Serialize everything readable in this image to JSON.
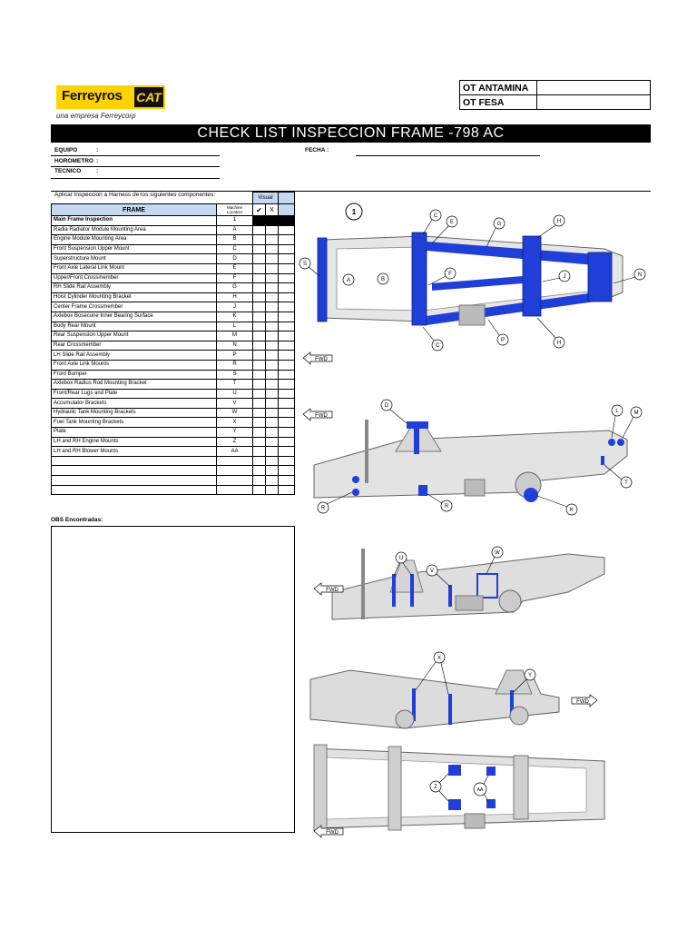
{
  "header": {
    "brand_name": "Ferreyros",
    "brand_mark": "CAT",
    "tagline": "una empresa Ferreycorp",
    "ot_rows": [
      {
        "label": "OT ANTAMINA",
        "value": ""
      },
      {
        "label": "OT FESA",
        "value": ""
      }
    ],
    "title": "CHECK LIST INSPECCION FRAME -798 AC"
  },
  "info": {
    "equipo_label": "EQUIPO",
    "horometro_label": "HOROMETRO",
    "tecnico_label": "TECNICO",
    "colon": ":",
    "fecha_label": "FECHA :"
  },
  "checklist": {
    "instruction": "Aplicar Inspeccion a Harness de los siguientes componentes:",
    "visual_label": "Visual",
    "frame_label": "FRAME",
    "location_label": "Machine Location",
    "check_mark": "✔",
    "x_mark": "X",
    "rows": [
      {
        "name": "Main Frame Inspection",
        "loc": "1"
      },
      {
        "name": "Radia Radiator Module Mounting Area",
        "loc": "A"
      },
      {
        "name": "Engine Module Mounting Area",
        "loc": "B"
      },
      {
        "name": "Front Suspension Upper Mount",
        "loc": "C"
      },
      {
        "name": "Superstructure Mount",
        "loc": "D"
      },
      {
        "name": "Front Axle Lateral Link Mount",
        "loc": "E"
      },
      {
        "name": "Upper/Front Crossmember",
        "loc": "F"
      },
      {
        "name": " RH Slide Rail Assembly",
        "loc": "G"
      },
      {
        "name": "Hoist Cylinder Mounting Bracket",
        "loc": "H"
      },
      {
        "name": "Center Frame Crossmember",
        "loc": "J"
      },
      {
        "name": "Axlebox Bosecone Inner Bearing Surface",
        "loc": "K"
      },
      {
        "name": "Body Rear Mount",
        "loc": "L"
      },
      {
        "name": "Rear Suspension Upper Mount",
        "loc": "M"
      },
      {
        "name": "Rear Crossmember",
        "loc": "N"
      },
      {
        "name": "LH Slide Rail Assembly",
        "loc": "P"
      },
      {
        "name": "Front Axle Link Mounts",
        "loc": "R"
      },
      {
        "name": "Front Bumper",
        "loc": "S"
      },
      {
        "name": "Axlebox Radius Rod Mounting Bracket",
        "loc": "T"
      },
      {
        "name": "Front/Rear Lugs and Plate",
        "loc": "U"
      },
      {
        "name": "Accumulator Brackets",
        "loc": "V"
      },
      {
        "name": "Hydraulic Tank Mounting Brackets",
        "loc": "W"
      },
      {
        "name": "Fuel Tank Mounting Brackets",
        "loc": "X"
      },
      {
        "name": "Plate",
        "loc": "Y"
      },
      {
        "name": "LH and RH Engine Mounts",
        "loc": "Z"
      },
      {
        "name": "LH and RH Blower Mounts",
        "loc": "AA"
      },
      {
        "name": "",
        "loc": ""
      },
      {
        "name": "",
        "loc": ""
      },
      {
        "name": "",
        "loc": ""
      },
      {
        "name": "",
        "loc": ""
      }
    ]
  },
  "observations": {
    "label": "OBS Encontradas:"
  },
  "diagram": {
    "fwd_label": "FWD",
    "view_number": "1",
    "top_view_callouts": [
      "C",
      "E",
      "G",
      "H",
      "S",
      "A",
      "B",
      "F",
      "J",
      "N",
      "C",
      "P",
      "H"
    ],
    "side_view_callouts": [
      "D",
      "L",
      "M",
      "T",
      "R",
      "R",
      "K"
    ],
    "view3_callouts": [
      "U",
      "W",
      "V"
    ],
    "view4_callouts": [
      "X",
      "Y"
    ],
    "view5_callouts": [
      "Z",
      "AA"
    ]
  }
}
